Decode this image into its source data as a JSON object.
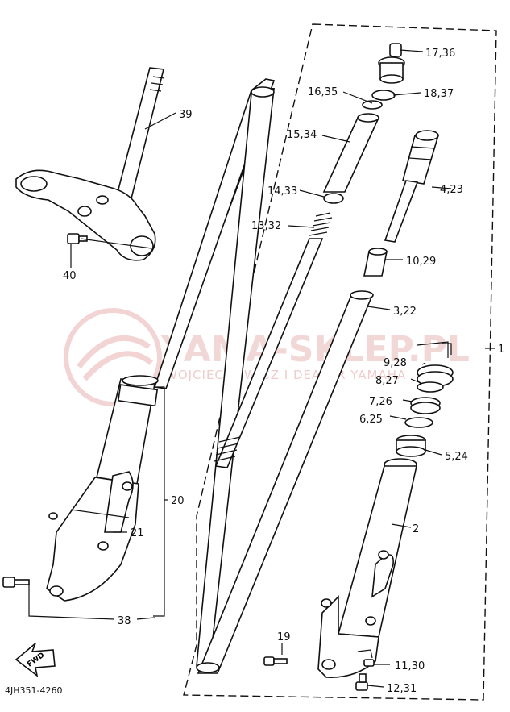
{
  "diagram_code": "4JH351-4260",
  "fwd_label": "FWD",
  "watermark": {
    "title": "YAMA-SKLEP.PL",
    "subtitle": "WOJCIECHOWICZ I DEALER YAMAHA"
  },
  "callouts": [
    {
      "id": "c1",
      "text": "1"
    },
    {
      "id": "c2",
      "text": "2"
    },
    {
      "id": "c3",
      "text": "3,22"
    },
    {
      "id": "c4",
      "text": "4,23"
    },
    {
      "id": "c5",
      "text": "5,24"
    },
    {
      "id": "c6",
      "text": "6,25"
    },
    {
      "id": "c7",
      "text": "7,26"
    },
    {
      "id": "c8",
      "text": "8,27"
    },
    {
      "id": "c9",
      "text": "9,28"
    },
    {
      "id": "c10",
      "text": "10,29"
    },
    {
      "id": "c11",
      "text": "11,30"
    },
    {
      "id": "c12",
      "text": "12,31"
    },
    {
      "id": "c13",
      "text": "13,32"
    },
    {
      "id": "c14",
      "text": "14,33"
    },
    {
      "id": "c15",
      "text": "15,34"
    },
    {
      "id": "c16",
      "text": "16,35"
    },
    {
      "id": "c17",
      "text": "17,36"
    },
    {
      "id": "c18",
      "text": "18,37"
    },
    {
      "id": "c19",
      "text": "19"
    },
    {
      "id": "c20",
      "text": "20"
    },
    {
      "id": "c21",
      "text": "21"
    },
    {
      "id": "c38",
      "text": "38"
    },
    {
      "id": "c39",
      "text": "39"
    },
    {
      "id": "c40",
      "text": "40"
    }
  ]
}
